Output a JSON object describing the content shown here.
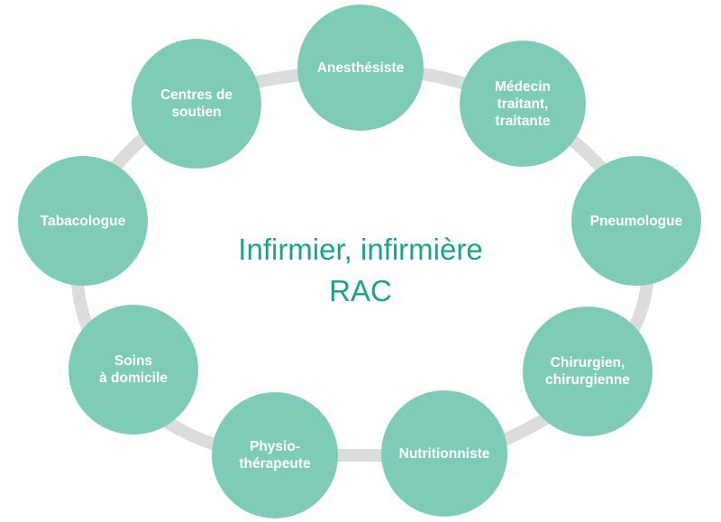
{
  "diagram": {
    "center": {
      "line1": "Infirmier, infirmière",
      "line2": "RAC"
    },
    "nodes": [
      {
        "label": "Anesthésiste"
      },
      {
        "label": "Médecin\ntraitant,\ntraitante"
      },
      {
        "label": "Pneumologue"
      },
      {
        "label": "Chirurgien,\nchirurgienne"
      },
      {
        "label": "Nutritionniste"
      },
      {
        "label": "Physio-\nthérapeute"
      },
      {
        "label": "Soins\nà domicile"
      },
      {
        "label": "Tabacologue"
      },
      {
        "label": "Centres de\nsoutien"
      }
    ],
    "colors": {
      "node_fill": "#7ecbb8",
      "node_text": "#ffffff",
      "ring": "#dcdcdc",
      "center_text": "#1aa58a"
    }
  }
}
